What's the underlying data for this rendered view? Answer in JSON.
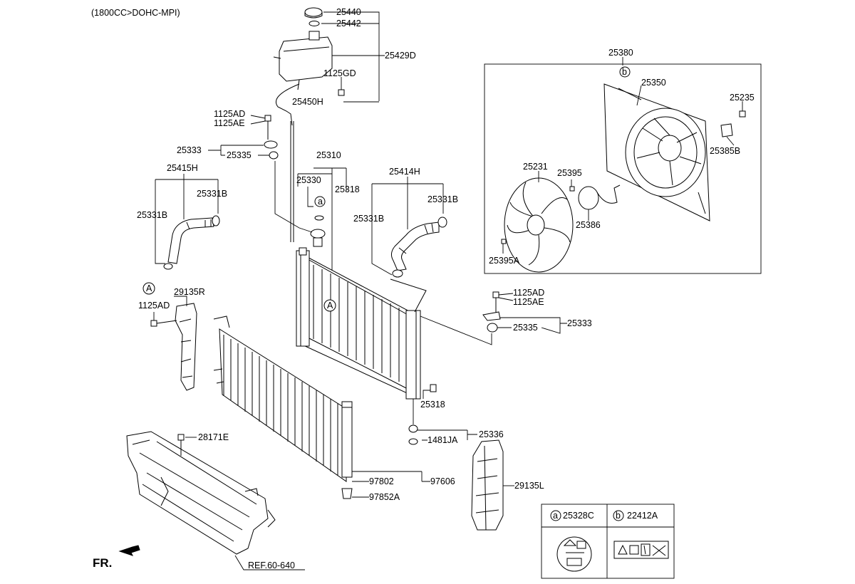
{
  "engine_note": "(1800CC>DOHC-MPI)",
  "direction_label": "FR.",
  "reference_label": "REF.60-640",
  "callouts": {
    "a": "a",
    "b": "b",
    "A": "A"
  },
  "parts": {
    "p25440": "25440",
    "p25442": "25442",
    "p25429D": "25429D",
    "p1125GD": "1125GD",
    "p25450H": "25450H",
    "p1125AD_top": "1125AD",
    "p1125AE_top": "1125AE",
    "p25333_left": "25333",
    "p25335_left": "25335",
    "p25415H": "25415H",
    "p25331B_a": "25331B",
    "p25331B_b": "25331B",
    "p25310": "25310",
    "p25330": "25330",
    "p25318_top": "25318",
    "p25414H": "25414H",
    "p25331B_c": "25331B",
    "p25331B_d": "25331B",
    "p29135R": "29135R",
    "p1125AD_left": "1125AD",
    "p1125AD_right": "1125AD",
    "p1125AE_right": "1125AE",
    "p25335_right": "25335",
    "p25333_right": "25333",
    "p25318_bottom": "25318",
    "p25336": "25336",
    "p1481JA": "1481JA",
    "p28171E": "28171E",
    "p97802": "97802",
    "p97606": "97606",
    "p97852A": "97852A",
    "p29135L": "29135L",
    "p25380": "25380",
    "p25350": "25350",
    "p25235": "25235",
    "p25385B": "25385B",
    "p25231": "25231",
    "p25395": "25395",
    "p25386": "25386",
    "p25395A": "25395A"
  },
  "legend": {
    "a_part": "25328C",
    "b_part": "22412A"
  }
}
